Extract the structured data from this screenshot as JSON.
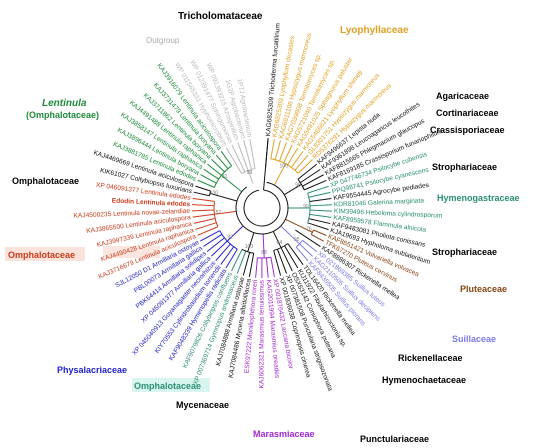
{
  "colors": {
    "lyophyllaceae": "#e0a024",
    "lentinula": "#1e8c3a",
    "outgroup": "#b8b8b8",
    "omphalotaceae_red": "#cc3b1b",
    "physalacriaceae": "#2222cc",
    "hymenogastraceae": "#2a8f73",
    "marasmiaceae": "#a328d0",
    "suillaceae": "#7b7be8",
    "pluteaceae": "#8b4513",
    "black": "#111111",
    "badge_omph": "#fbe3dc",
    "badge_omph2": "#d9f5ef"
  },
  "families": {
    "tricholomataceae": "Tricholomataceae",
    "lyophyllaceae": "Lyophyllaceae",
    "agaricaceae": "Agaricaceae",
    "cortinariaceae": "Cortinariaceae",
    "crassisporiaceae": "Crassisporiaceae",
    "strophariaceae_top": "Strophariaceae",
    "hymenogastraceae": "Hymenogastraceae",
    "strophariaceae_bottom": "Strophariaceae",
    "pluteaceae": "Pluteaceae",
    "suillaceae": "Suillaceae",
    "rickenellaceae": "Rickenellaceae",
    "hymenochaetaceae": "Hymenochaetaceae",
    "punctulariaceae": "Punctulariaceae",
    "marasmiaceae": "Marasmiaceae",
    "mycenaceae": "Mycenaceae",
    "omphalotaceae_teal": "Omphalotaceae",
    "physalacriaceae": "Physalacriaceae",
    "omphalotaceae_red": "Omphalotaceae",
    "omphalotaceae_black": "Omphalotaceae",
    "lentinula_title": "Lentinula",
    "lentinula_sub": "(Omphalotaceae)",
    "outgroup": "Outgroup"
  },
  "leaves": [
    {
      "t": "KAG6825309 Trichoderma furcatilinum",
      "c": "black"
    },
    {
      "t": "KAG6825309 Lyophyllum decastes",
      "c": "lyophyllaceae"
    },
    {
      "t": "KAG6811106 Hypsizygus marmoreus",
      "c": "lyophyllaceae"
    },
    {
      "t": "KAG7039808 Termitomyces sp.",
      "c": "lyophyllaceae"
    },
    {
      "t": "KAG5721040 Termitomyces sp.",
      "c": "lyophyllaceae"
    },
    {
      "t": "KAG5491025 Sphagnurus paluster",
      "c": "lyophyllaceae"
    },
    {
      "t": "KAG5466621 Lyophyllum shimeji",
      "c": "lyophyllaceae"
    },
    {
      "t": "GL8301751 Hypsizygus marmoreus",
      "c": "lyophyllaceae"
    },
    {
      "t": "RD5376291 Hypsizygus marmoreus",
      "c": "lyophyllaceae"
    },
    {
      "t": "KAF9496637 Lepista nuda",
      "c": "black"
    },
    {
      "t": "KAF9361898 Leucoagaricus leucothites",
      "c": "black"
    },
    {
      "t": "KAF8815665 Phlegmacium glaucopus",
      "c": "black"
    },
    {
      "t": "KAF8169185 Crassisporium funariophilum",
      "c": "black"
    },
    {
      "t": "XP 047746734 Psilocybe cubensis",
      "c": "hymenogastraceae"
    },
    {
      "t": "PPQ98741 Psilocybe cyanescens",
      "c": "hymenogastraceae"
    },
    {
      "t": "KAF9554445 Agrocybe pediades",
      "c": "black"
    },
    {
      "t": "KDR81046 Galerina marginata",
      "c": "hymenogastraceae"
    },
    {
      "t": "KIM39496 Hebeloma cylindrosporum",
      "c": "hymenogastraceae"
    },
    {
      "t": "KAF8959578 Flammula alnicola",
      "c": "hymenogastraceae"
    },
    {
      "t": "KAF9483081 Pholiota conissans",
      "c": "black"
    },
    {
      "t": "KJA19693 Hypholoma sublateritium",
      "c": "black"
    },
    {
      "t": "KAF8651421 Volvariella volvacea",
      "c": "pluteaceae"
    },
    {
      "t": "TFK67270 Pluteus cervinus",
      "c": "pluteaceae"
    },
    {
      "t": "KAF8886307 Rickenella mellea",
      "c": "black"
    },
    {
      "t": "XP 021869385 Suillus luteus",
      "c": "suillaceae"
    },
    {
      "t": "KAG2110505 Suillus decipiens",
      "c": "suillaceae"
    },
    {
      "t": "KAF8435505 Suillus plorans",
      "c": "suillaceae"
    },
    {
      "t": "TDL16420 Rickenella mellea",
      "c": "black"
    },
    {
      "t": "KIJ11922 Fibularhizoctonia sp.",
      "c": "black"
    },
    {
      "t": "OSX63142 Coniophora puteana",
      "c": "black"
    },
    {
      "t": "XP 007381508 Punctularia strigosozonata",
      "c": "black"
    },
    {
      "t": "XP 001836038 Coprinopsis cinerea",
      "c": "black"
    },
    {
      "t": "XP 001876432 Laccaria bicolor",
      "c": "marasmiaceae"
    },
    {
      "t": "KAG2011994 Marasmius oreades",
      "c": "marasmiaceae"
    },
    {
      "t": "KAJ6062321 Marasmius tenuissimus",
      "c": "marasmiaceae"
    },
    {
      "t": "ESK97222 Moniliophthora roreri",
      "c": "marasmiaceae"
    },
    {
      "t": "KAJ7084486 Mycena albidolilacea",
      "c": "black"
    },
    {
      "t": "KAJ7084888 Armillaria ostoyae",
      "c": "black"
    },
    {
      "t": "XP 007369714 Gymnopus androsaceus",
      "c": "hymenogastraceae"
    },
    {
      "t": "KAF9079826 Collybiopsis confluens",
      "c": "hymenogastraceae"
    },
    {
      "t": "KAF9048339 Hymenopellis radicata",
      "c": "physalacriaceae"
    },
    {
      "t": "KIY70553 Cylindrobasidium torrendii",
      "c": "physalacriaceae"
    },
    {
      "t": "XP 045040913 Guyanagaster necrorhizus",
      "c": "physalacriaceae"
    },
    {
      "t": "XP 045091377 Armillaria gallica",
      "c": "physalacriaceae"
    },
    {
      "t": "PBK64414 Armillaria solidipes",
      "c": "physalacriaceae"
    },
    {
      "t": "PBL00073 Armillaria gallica",
      "c": "physalacriaceae"
    },
    {
      "t": "SJL12050 D1 Armillaria ostoyae",
      "c": "physalacriaceae"
    },
    {
      "t": "KAJ3716679 Lentinula aciculospora",
      "c": "omphalotaceae_red"
    },
    {
      "t": "KAJ4490428 Lentinula raphanica",
      "c": "omphalotaceae_red"
    },
    {
      "t": "KAJ3997339 Lentinula raphanica",
      "c": "omphalotaceae_red"
    },
    {
      "t": "KAJ3865500 Lentinula aciculospora",
      "c": "omphalotaceae_red"
    },
    {
      "t": "KAJ4500235 Lentinula novae-zelandiae",
      "c": "omphalotaceae_red"
    },
    {
      "t": "Edodin Lentinula edodes",
      "c": "omphalotaceae_red",
      "b": true
    },
    {
      "t": "XP 046091377 Lentinula edodes",
      "c": "omphalotaceae_red"
    },
    {
      "t": "KIK61027 Collybiopsis luxurians",
      "c": "black"
    },
    {
      "t": "KAJ4469669 Lentinula aciculospora",
      "c": "black"
    },
    {
      "t": "KAJ3881785 Lentinula edodes",
      "c": "lentinula"
    },
    {
      "t": "KAJ3896444 Lentinula boryana",
      "c": "lentinula"
    },
    {
      "t": "KAJ3858147 Lentinula raphanica",
      "c": "lentinula"
    },
    {
      "t": "KAJ4491488 Lentinula raphanica",
      "c": "lentinula"
    },
    {
      "t": "KAJ3711862 Lentinula boryana",
      "c": "lentinula"
    },
    {
      "t": "KAJ3731479 Lentinula boryana",
      "c": "lentinula"
    },
    {
      "t": "KAJ3916079 Lentinula aciculospora",
      "c": "lentinula"
    },
    {
      "t": "WP 011565331 Hyphomicrobium",
      "c": "outgroup"
    },
    {
      "t": "WP 012391477 Sphingomonas",
      "c": "outgroup"
    },
    {
      "t": "WP 091393215 Azospirillum",
      "c": "outgroup"
    },
    {
      "t": "1G2P Agrobacterium",
      "c": "outgroup"
    },
    {
      "t": "1P7J Agrobacterium",
      "c": "outgroup"
    }
  ],
  "bootstrap": [
    "100",
    "98",
    "99",
    "76",
    "95",
    "64",
    "88",
    "100",
    "92",
    "57",
    "100",
    "81",
    "99",
    "100",
    "75",
    "91",
    "68",
    "100",
    "100",
    "97"
  ]
}
